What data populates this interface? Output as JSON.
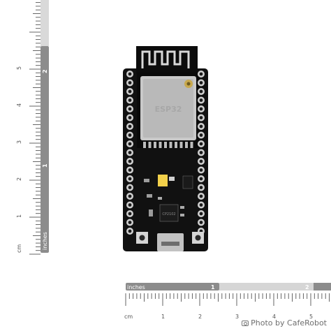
{
  "vertical_ruler": {
    "unit_cm": "cm",
    "unit_inches": "inches",
    "cm_ticks": [
      "1",
      "2",
      "3",
      "4",
      "5"
    ],
    "inch_ticks": [
      "1",
      "2"
    ]
  },
  "horizontal_ruler": {
    "unit_cm": "cm",
    "unit_inches": "inches",
    "cm_ticks": [
      "1",
      "2",
      "3",
      "4",
      "5"
    ],
    "inch_ticks": [
      "1",
      "2"
    ]
  },
  "board": {
    "label_top": "ESP32",
    "chip_text": "CP2102"
  },
  "credit": {
    "text": "Photo by CafeRobot",
    "icon": "camera-icon"
  },
  "colors": {
    "pcb": "#101010",
    "pins": "#cfcfcf",
    "shield": "#c8c8c8",
    "antenna": "#d6d6d6",
    "led": "#f4d03f",
    "ruler_dark": "#8a8a8a",
    "ruler_light": "#d3d3d3"
  }
}
